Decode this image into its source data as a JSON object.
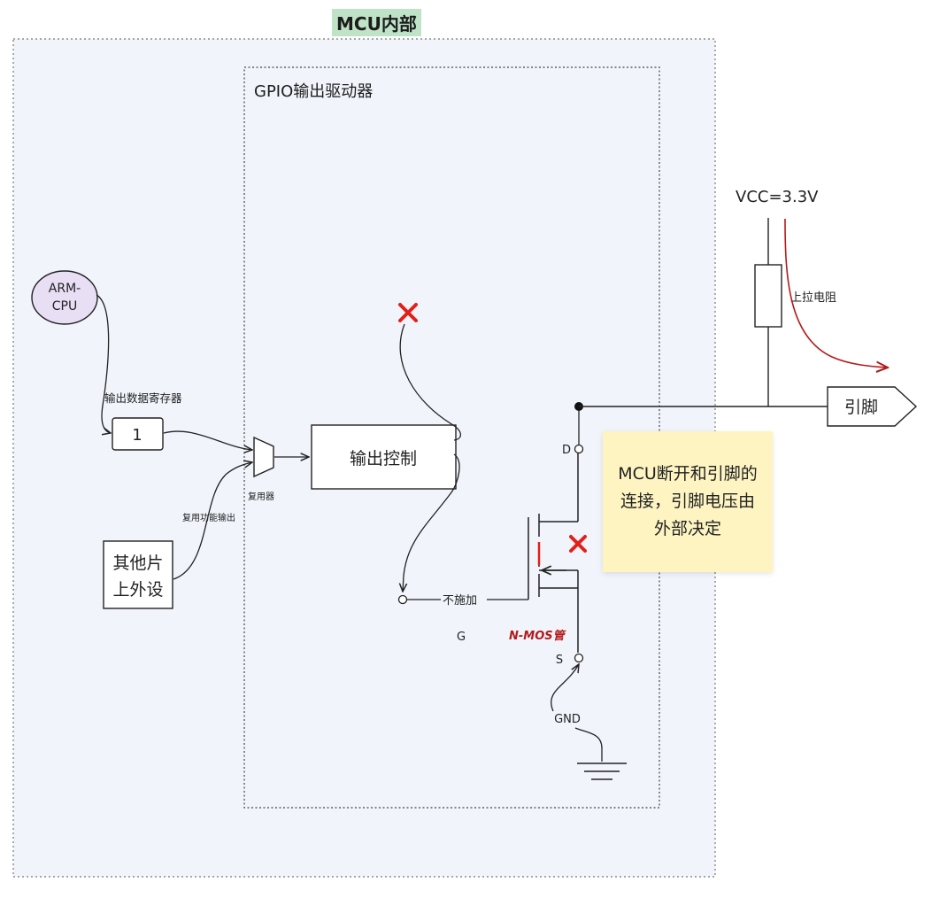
{
  "mcu_box": {
    "title": "MCU内部"
  },
  "gpio_box": {
    "title": "GPIO输出驱动器"
  },
  "arm_cpu": {
    "line1": "ARM-",
    "line2": "CPU"
  },
  "output_data_register": {
    "label": "输出数据寄存器",
    "value": "1"
  },
  "peripheral_box": {
    "line1": "其他片",
    "line2": "上外设"
  },
  "alt_function_label": "复用功能输出",
  "multiplexer": {
    "label": "复用器"
  },
  "output_control": {
    "label": "输出控制"
  },
  "no_drive_label": "不施加",
  "nmos": {
    "label": "N-MOS管",
    "drain": "D",
    "gate": "G",
    "source": "S"
  },
  "gnd": {
    "label": "GND"
  },
  "vcc": {
    "label": "VCC=3.3V"
  },
  "pullup_resistor": {
    "label": "上拉电阻"
  },
  "pin": {
    "label": "引脚"
  },
  "note": {
    "text": "MCU断开和引脚的连接，引脚电压由外部决定"
  },
  "colors": {
    "mcu_fill": "#f1f4fa",
    "cpu_fill": "#e8dff5",
    "title_bg": "#bfe3c6",
    "note_fill": "#fdf4c2",
    "cross_red": "#e0201b",
    "current_red": "#b31b1b",
    "line": "#222222"
  }
}
